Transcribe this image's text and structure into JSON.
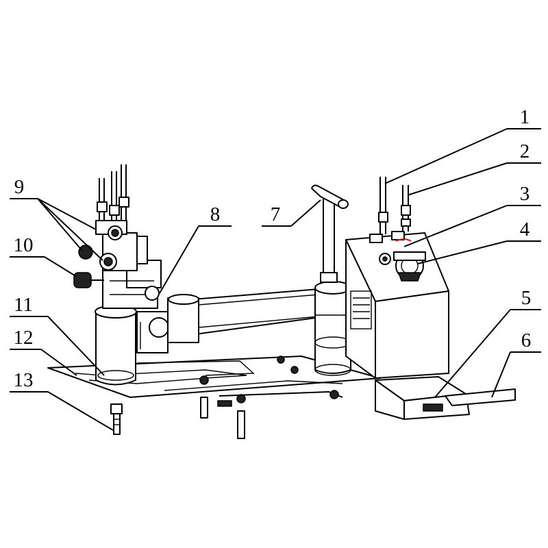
{
  "labels": {
    "l1": "1",
    "l2": "2",
    "l3": "3",
    "l4": "4",
    "l5": "5",
    "l6": "6",
    "l7": "7",
    "l8": "8",
    "l9": "9",
    "l10": "10",
    "l11": "11",
    "l12": "12",
    "l13": "13"
  },
  "colors": {
    "line": "#000000",
    "accent": "#dd1111",
    "background": "#ffffff"
  }
}
